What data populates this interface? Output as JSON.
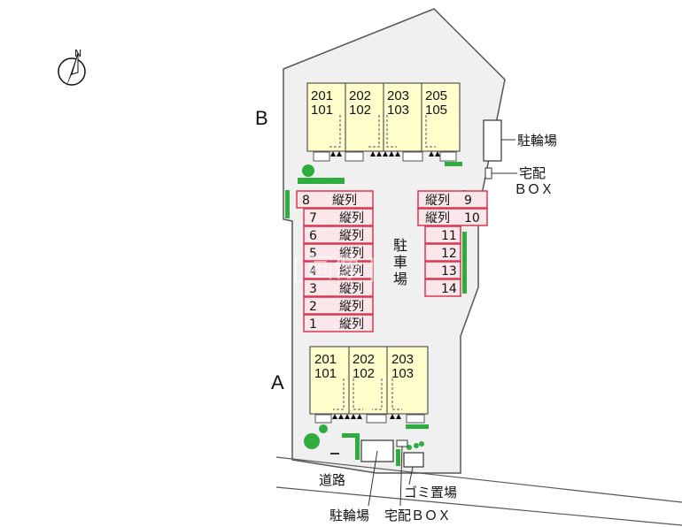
{
  "compass": {
    "north": "N"
  },
  "building_b": {
    "label": "B",
    "units": [
      {
        "upper": "201",
        "lower": "101"
      },
      {
        "upper": "202",
        "lower": "102"
      },
      {
        "upper": "203",
        "lower": "103"
      },
      {
        "upper": "205",
        "lower": "105"
      }
    ]
  },
  "building_a": {
    "label": "A",
    "units": [
      {
        "upper": "201",
        "lower": "101"
      },
      {
        "upper": "202",
        "lower": "102"
      },
      {
        "upper": "203",
        "lower": "103"
      }
    ]
  },
  "parking": {
    "center_label": [
      "駐",
      "車",
      "場"
    ],
    "left_slots": [
      {
        "num": "8",
        "type": "縦列"
      },
      {
        "num": "7",
        "type": "縦列"
      },
      {
        "num": "6",
        "type": "縦列"
      },
      {
        "num": "5",
        "type": "縦列"
      },
      {
        "num": "4",
        "type": "縦列"
      },
      {
        "num": "3",
        "type": "縦列"
      },
      {
        "num": "2",
        "type": "縦列"
      },
      {
        "num": "1",
        "type": "縦列"
      }
    ],
    "right_slots": [
      {
        "num": "9",
        "type": "縦列"
      },
      {
        "num": "10",
        "type": "縦列"
      },
      {
        "num": "11",
        "type": ""
      },
      {
        "num": "12",
        "type": ""
      },
      {
        "num": "13",
        "type": ""
      },
      {
        "num": "14",
        "type": ""
      }
    ]
  },
  "labels": {
    "bike_parking_top": "駐輪場",
    "delivery_box_top_1": "宅配",
    "delivery_box_top_2": "ＢＯＸ",
    "road": "道路",
    "garbage": "ゴミ置場",
    "bike_parking_bottom": "駐輪場",
    "delivery_box_bottom": "宅配ＢＯＸ"
  },
  "watermark": "[ 画像 ]",
  "colors": {
    "site": "#f0f0f0",
    "building": "#ffffcc",
    "parking_border": "#d9364f",
    "parking_fill": "#fbe6ea",
    "green": "#2eac3e"
  }
}
